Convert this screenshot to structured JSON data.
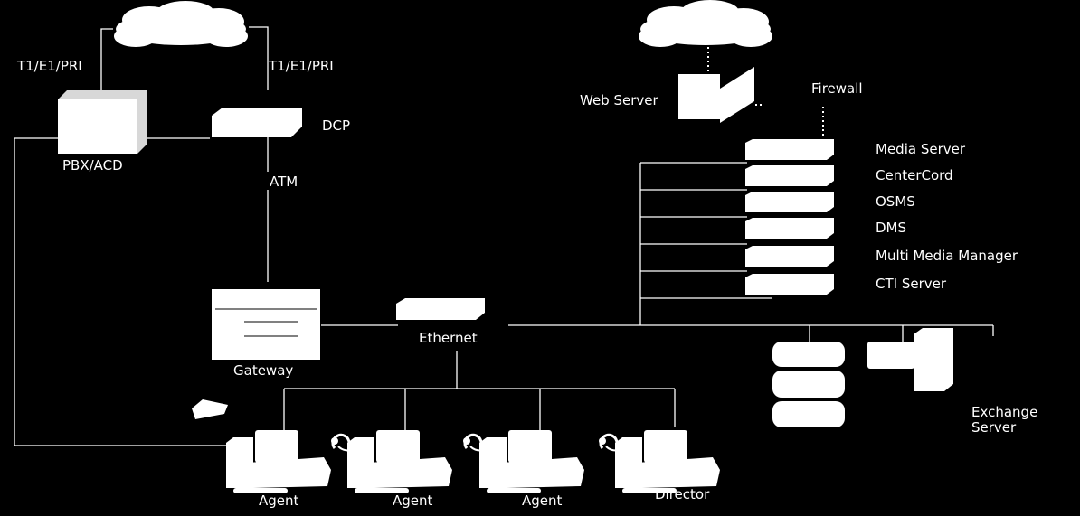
{
  "labels": {
    "link_left": "T1/E1/PRI",
    "link_right": "T1/E1/PRI",
    "pbx": "PBX/ACD",
    "dcp": "DCP",
    "atm": "ATM",
    "gateway": "Gateway",
    "ethernet": "Ethernet",
    "web_server": "Web Server",
    "firewall": "Firewall",
    "exchange_server": "Exchange\nServer"
  },
  "servers": [
    "Media Server",
    "CenterCord",
    "OSMS",
    "DMS",
    "Multi Media Manager",
    "CTI Server"
  ],
  "workstations": [
    "Agent",
    "Agent",
    "Agent",
    "Director"
  ]
}
